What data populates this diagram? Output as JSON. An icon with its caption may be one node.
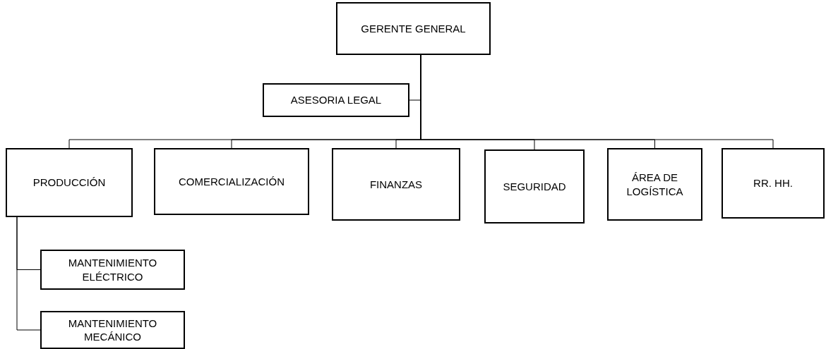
{
  "diagram": {
    "nodes": [
      {
        "text": [
          "GERENTE GENERAL"
        ]
      },
      {
        "text": [
          "ASESORIA LEGAL"
        ]
      },
      {
        "text": [
          "PRODUCCIÓN"
        ]
      },
      {
        "text": [
          "COMERCIALIZACIÓN"
        ]
      },
      {
        "text": [
          "FINANZAS"
        ]
      },
      {
        "text": [
          "SEGURIDAD"
        ]
      },
      {
        "text": [
          "ÁREA DE LOGÍSTICA"
        ]
      },
      {
        "text": [
          "RR. HH."
        ]
      },
      {
        "text": [
          "MANTENIMIENTO ELÉCTRICO"
        ]
      },
      {
        "text": [
          "MANTENIMIENTO MECÁNICO"
        ]
      }
    ],
    "edges": [
      {
        "from": 0,
        "to": 1,
        "arrow": "none"
      },
      {
        "from": 0,
        "to": 2,
        "arrow": "none"
      },
      {
        "from": 0,
        "to": 3,
        "arrow": "none"
      },
      {
        "from": 0,
        "to": 4,
        "arrow": "none"
      },
      {
        "from": 0,
        "to": 5,
        "arrow": "none"
      },
      {
        "from": 0,
        "to": 6,
        "arrow": "none"
      },
      {
        "from": 0,
        "to": 7,
        "arrow": "none"
      },
      {
        "from": 2,
        "to": 8,
        "arrow": "none"
      },
      {
        "from": 2,
        "to": 9,
        "arrow": "none"
      }
    ]
  }
}
